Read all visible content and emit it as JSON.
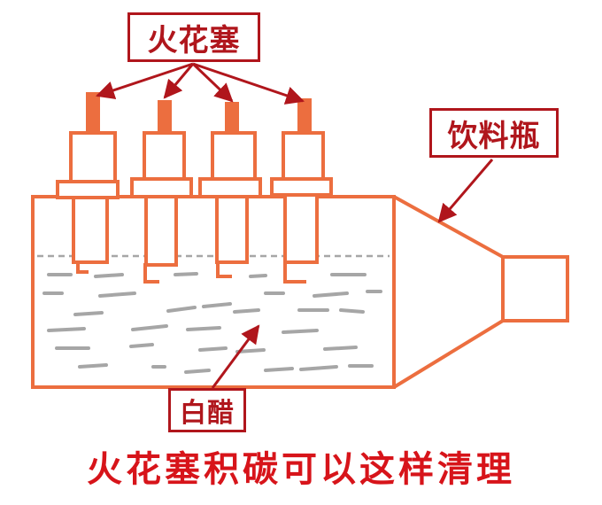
{
  "labels": {
    "spark_plug": "火花塞",
    "bottle": "饮料瓶",
    "vinegar": "白醋"
  },
  "caption": "火花塞积碳可以这样清理",
  "colors": {
    "outline": "#ec6e3f",
    "label_red": "#b0161c",
    "caption_red": "#d7141a",
    "liquid_dash": "#a6a6a6"
  }
}
